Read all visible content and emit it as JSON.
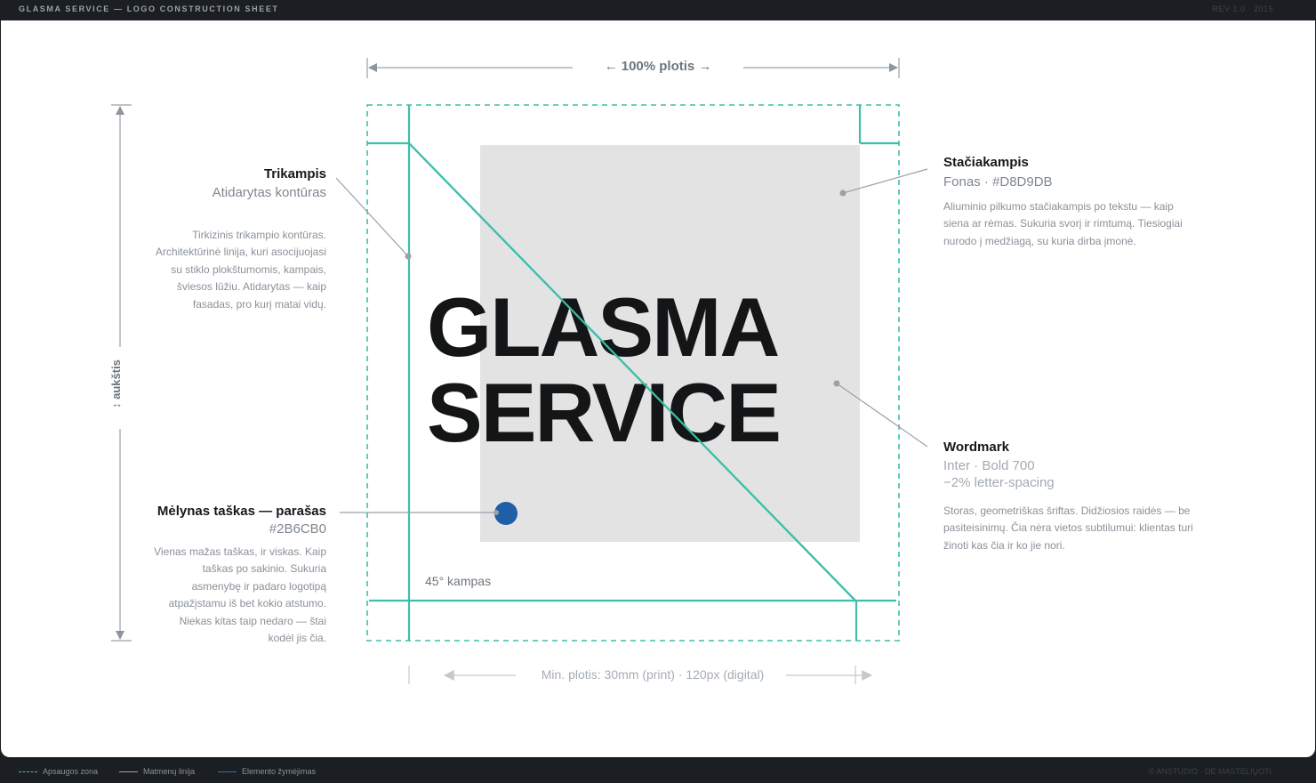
{
  "header": {
    "title": "GLASMA SERVICE — LOGO CONSTRUCTION SHEET",
    "revision": "REV 1.0 · 2015"
  },
  "dimensions": {
    "width_label": "← 100% plotis →",
    "height_label": "↕ aukštis",
    "min_width_label": "Min. plotis: 30mm (print) · 120px (digital)",
    "angle_label": "45° kampas"
  },
  "wordmark": {
    "line1": "GLASMA",
    "line2": "SERVICE"
  },
  "annotations": {
    "triangle": {
      "title": "Trikampis",
      "subtitle": "Atidarytas kontūras",
      "body": "Tirkizinis trikampio kontūras. Architektūrinė linija, kuri asocijuojasi su stiklo plokštumomis, kampais, šviesos lūžiu. Atidarytas — kaip fasadas, pro kurį matai vidų."
    },
    "dot": {
      "title": "Mėlynas taškas — parašas",
      "subtitle": "#2B6CB0",
      "body": "Vienas mažas taškas, ir viskas. Kaip taškas po sakinio. Sukuria asmenybę ir padaro logotipą atpažįstamu iš bet kokio atstumo. Niekas kitas taip nedaro — štai kodėl jis čia."
    },
    "rectangle": {
      "title": "Stačiakampis",
      "subtitle": "Fonas · #D8D9DB",
      "body": "Aliuminio pilkumo stačiakampis po tekstu — kaip siena ar rėmas. Sukuria svorį ir rimtumą. Tiesiogiai nurodo į medžiagą, su kuria dirba įmonė."
    },
    "wordmark": {
      "title": "Wordmark",
      "subtitle1": "Inter · Bold 700",
      "subtitle2": "−2% letter-spacing",
      "body": "Storas, geometriškas šriftas. Didžiosios raidės — be pasiteisinimų. Čia nėra vietos subtilumui: klientas turi žinoti kas čia ir ko jie nori."
    }
  },
  "legend": [
    {
      "label": "Apsaugos zona",
      "color": "#3dbfa9",
      "style": "dashed"
    },
    {
      "label": "Matmenų linija",
      "color": "#9aa1a9",
      "style": "solid"
    },
    {
      "label": "Elemento žymėjimas",
      "color": "#2b6cb0",
      "style": "solid"
    }
  ],
  "footer": {
    "credit": "© ANSTUDIO · DE MASTELIŲOTI"
  },
  "colors": {
    "teal": "#3dbfa9",
    "rect": "#e3e3e4",
    "dot": "#1e5fa8",
    "dim": "#9aa1a9",
    "wordmark": "#141516"
  }
}
